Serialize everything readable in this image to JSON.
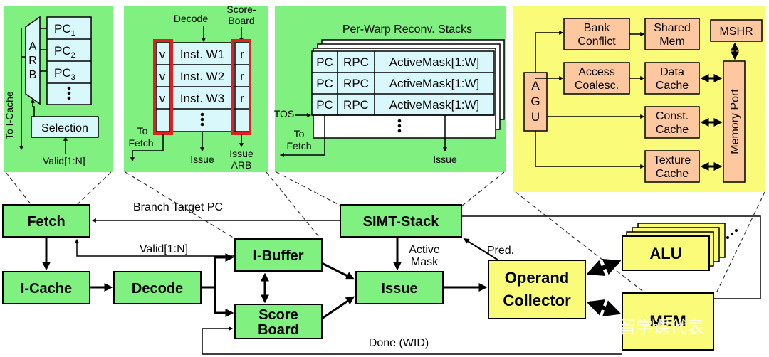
{
  "colors": {
    "green": "#80f080",
    "panel_green": "#7ee87e",
    "cell_cyan": "#d8f8fc",
    "yellow": "#fbfb7a",
    "orange": "#fdc8a0",
    "red": "#e02020"
  },
  "panels": {
    "fetch": {
      "arb": [
        "A",
        "R",
        "B"
      ],
      "pcs": [
        {
          "base": "PC",
          "sub": "1"
        },
        {
          "base": "PC",
          "sub": "2"
        },
        {
          "base": "PC",
          "sub": "3"
        }
      ],
      "selection": "Selection",
      "to_icache": "To I-Cache",
      "valid": "Valid[1:N]"
    },
    "ibuffer": {
      "decode": "Decode",
      "scoreboard_l1": "Score-",
      "scoreboard_l2": "Board",
      "rows": [
        {
          "v": "v",
          "inst": "Inst. W1",
          "r": "r"
        },
        {
          "v": "v",
          "inst": "Inst. W2",
          "r": "r"
        },
        {
          "v": "v",
          "inst": "Inst. W3",
          "r": "r"
        }
      ],
      "to_fetch_l1": "To",
      "to_fetch_l2": "Fetch",
      "issue": "Issue",
      "issue_arb_l1": "Issue",
      "issue_arb_l2": "ARB"
    },
    "simt": {
      "title": "Per-Warp Reconv. Stacks",
      "rows": [
        {
          "pc": "PC",
          "rpc": "RPC",
          "mask": "ActiveMask[1:W]"
        },
        {
          "pc": "PC",
          "rpc": "RPC",
          "mask": "ActiveMask[1:W]"
        },
        {
          "pc": "PC",
          "rpc": "RPC",
          "mask": "ActiveMask[1:W]"
        }
      ],
      "tos": "TOS",
      "to_fetch_l1": "To",
      "to_fetch_l2": "Fetch",
      "issue": "Issue"
    },
    "mem": {
      "agu": [
        "A",
        "G",
        "U"
      ],
      "bank_l1": "Bank",
      "bank_l2": "Conflict",
      "shared_l1": "Shared",
      "shared_l2": "Mem",
      "mshr": "MSHR",
      "access_l1": "Access",
      "access_l2": "Coalesc.",
      "data_l1": "Data",
      "data_l2": "Cache",
      "const_l1": "Const.",
      "const_l2": "Cache",
      "texture_l1": "Texture",
      "texture_l2": "Cache",
      "memport": "Memory Port"
    }
  },
  "pipeline": {
    "fetch": "Fetch",
    "icache": "I-Cache",
    "decode": "Decode",
    "ibuffer": "I-Buffer",
    "scoreboard_l1": "Score",
    "scoreboard_l2": "Board",
    "simt": "SIMT-Stack",
    "issue": "Issue",
    "operand_l1": "Operand",
    "operand_l2": "Collector",
    "alu": "ALU",
    "mem": "MEM"
  },
  "labels": {
    "branch_target": "Branch Target PC",
    "valid": "Valid[1:N]",
    "active_l1": "Active",
    "active_l2": "Mask",
    "pred": "Pred.",
    "done": "Done (WID)"
  },
  "watermark": "知乎 @留学课代表"
}
